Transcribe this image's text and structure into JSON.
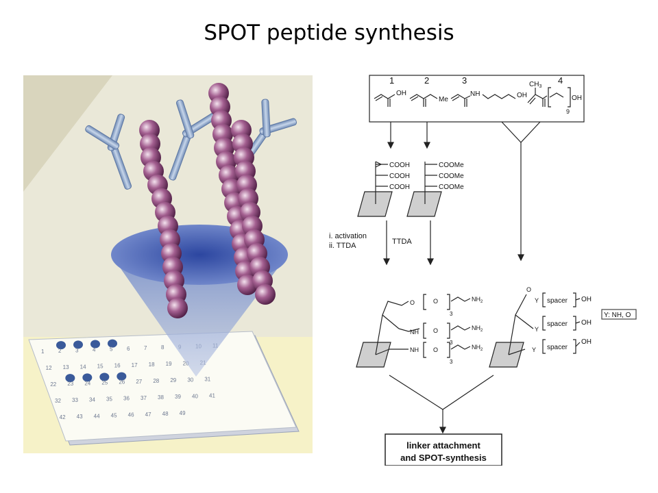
{
  "title": "SPOT peptide synthesis",
  "diagram": {
    "monomers": {
      "labels": [
        "1",
        "2",
        "3",
        "4"
      ],
      "m1_oh": "OH",
      "m2_me": "Me",
      "m3_nh": "NH",
      "m3_oh": "OH",
      "m4_ch3": "CH",
      "m4_sub": "3",
      "m4_oh": "OH",
      "m4_n": "9"
    },
    "carriers": {
      "acid": [
        "COOH",
        "COOH",
        "COOH"
      ],
      "ester": [
        "COOMe",
        "COOMe",
        "COOMe"
      ]
    },
    "steps": {
      "step_i": "i. activation",
      "step_ii": "ii. TTDA",
      "ttda": "TTDA"
    },
    "products": {
      "nh": "NH",
      "nh2": "NH",
      "nh2_sub": "2",
      "o": "O",
      "rep": "3",
      "spacer": "spacer",
      "oh": "OH",
      "y": "Y",
      "y_def": "Y: NH, O"
    },
    "final_box": {
      "line1": "linker attachment",
      "line2": "and SPOT-synthesis"
    },
    "membrane_spot_numbers": [
      "1",
      "2",
      "3",
      "4",
      "5",
      "6",
      "7",
      "8",
      "9",
      "10",
      "11",
      "12",
      "13",
      "14",
      "15",
      "16",
      "17",
      "18",
      "19",
      "20",
      "21",
      "22",
      "23",
      "24",
      "25",
      "26",
      "27",
      "28",
      "29",
      "30",
      "31",
      "32",
      "33",
      "34",
      "35",
      "36",
      "37",
      "38",
      "39",
      "40",
      "41",
      "42",
      "43",
      "44",
      "45",
      "46",
      "47",
      "48",
      "49"
    ]
  },
  "colors": {
    "bead": "#8a4a78",
    "antibody": "#8ea8c8",
    "cone": "#4a66b8",
    "membrane_bg": "#f6f2c8",
    "spot": "#3a5a9a"
  }
}
